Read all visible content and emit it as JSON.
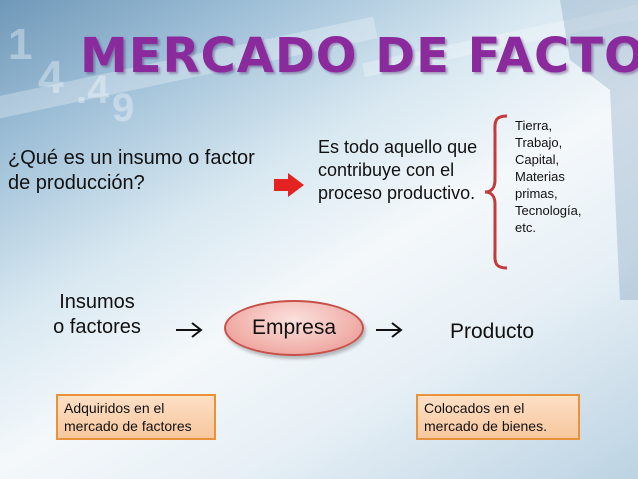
{
  "title": "MERCADO DE FACTORES",
  "background_digits": [
    "1",
    "4",
    ".4",
    "9"
  ],
  "question": "¿Qué es un insumo o factor de producción?",
  "definition": "Es todo aquello que contribuye con el proceso productivo.",
  "factors": [
    "Tierra,",
    "Trabajo,",
    "Capital,",
    "Materias",
    "primas,",
    "Tecnología,",
    "etc."
  ],
  "flow": {
    "inputs_line1": "Insumos",
    "inputs_line2": "o factores",
    "company": "Empresa",
    "product": "Producto"
  },
  "notes": {
    "inputs": "Adquiridos en el mercado de factores",
    "product": "Colocados en el mercado de bienes."
  },
  "colors": {
    "title": "#8a2a9c",
    "red_arrow": "#e52222",
    "bracket": "#c43b3b",
    "ellipse_fill": "#f2b3ad",
    "box_fill": "#f7c79d",
    "box_border": "#e8923c"
  }
}
